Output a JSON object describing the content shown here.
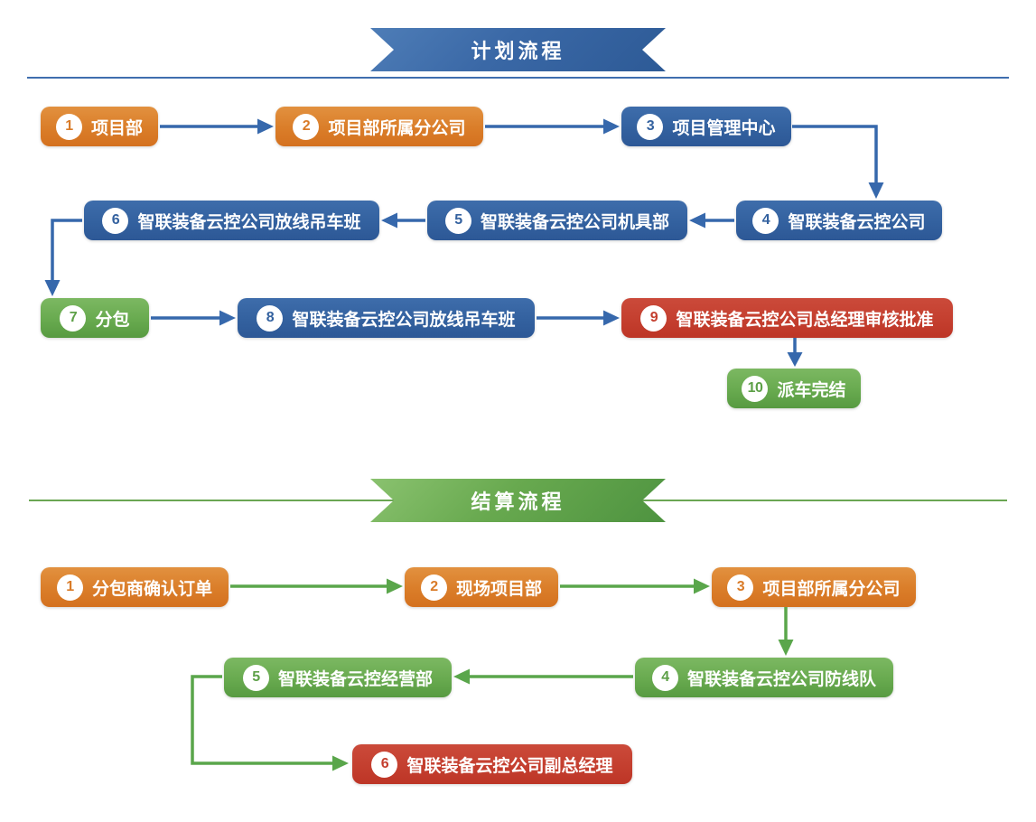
{
  "colors": {
    "orange_node": "#d97b28",
    "blue_node": "#33619f",
    "green_node": "#5da047",
    "red_node": "#c43f2f",
    "blue_arrow": "#3668ac",
    "green_arrow": "#5aa64b"
  },
  "plan": {
    "banner_title": "计划流程",
    "nodes": [
      {
        "num": "1",
        "label": "项目部"
      },
      {
        "num": "2",
        "label": "项目部所属分公司"
      },
      {
        "num": "3",
        "label": "项目管理中心"
      },
      {
        "num": "4",
        "label": "智联装备云控公司"
      },
      {
        "num": "5",
        "label": "智联装备云控公司机具部"
      },
      {
        "num": "6",
        "label": "智联装备云控公司放线吊车班"
      },
      {
        "num": "7",
        "label": "分包"
      },
      {
        "num": "8",
        "label": "智联装备云控公司放线吊车班"
      },
      {
        "num": "9",
        "label": "智联装备云控公司总经理审核批准"
      },
      {
        "num": "10",
        "label": "派车完结"
      }
    ]
  },
  "settlement": {
    "banner_title": "结算流程",
    "nodes": [
      {
        "num": "1",
        "label": "分包商确认订单"
      },
      {
        "num": "2",
        "label": "现场项目部"
      },
      {
        "num": "3",
        "label": "项目部所属分公司"
      },
      {
        "num": "4",
        "label": "智联装备云控公司防线队"
      },
      {
        "num": "5",
        "label": "智联装备云控经营部"
      },
      {
        "num": "6",
        "label": "智联装备云控公司副总经理"
      }
    ]
  }
}
